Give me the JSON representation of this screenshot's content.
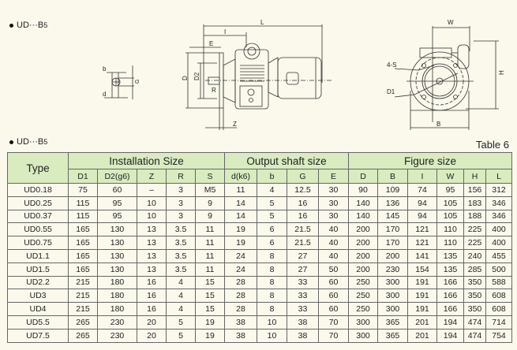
{
  "top_title": {
    "prefix": "UD···B",
    "suffix": "5"
  },
  "table_title": {
    "prefix": "UD···B",
    "suffix": "5"
  },
  "table_label": "Table 6",
  "diagram_labels": {
    "shaft_section": [
      "b",
      "G",
      "d"
    ],
    "side_view": [
      "L",
      "I",
      "E",
      "D",
      "D2",
      "R",
      "Z"
    ],
    "front_view": [
      "W",
      "H",
      "4-S",
      "D1",
      "B"
    ]
  },
  "table": {
    "type_header": "Type",
    "groups": [
      {
        "label": "Installation Size",
        "columns": [
          "D1",
          "D2(g6)",
          "Z",
          "R",
          "S"
        ]
      },
      {
        "label": "Output shaft size",
        "columns": [
          "d(k6)",
          "b",
          "G",
          "E"
        ]
      },
      {
        "label": "Figure size",
        "columns": [
          "D",
          "B",
          "I",
          "W",
          "H",
          "L"
        ]
      }
    ],
    "rows": [
      [
        "UD0.18",
        "75",
        "60",
        "–",
        "3",
        "M5",
        "11",
        "4",
        "12.5",
        "30",
        "90",
        "109",
        "74",
        "95",
        "156",
        "312"
      ],
      [
        "UD0.25",
        "115",
        "95",
        "10",
        "3",
        "9",
        "14",
        "5",
        "16",
        "30",
        "140",
        "136",
        "94",
        "105",
        "183",
        "346"
      ],
      [
        "UD0.37",
        "115",
        "95",
        "10",
        "3",
        "9",
        "14",
        "5",
        "16",
        "30",
        "140",
        "145",
        "94",
        "105",
        "188",
        "346"
      ],
      [
        "UD0.55",
        "165",
        "130",
        "13",
        "3.5",
        "11",
        "19",
        "6",
        "21.5",
        "40",
        "200",
        "170",
        "121",
        "110",
        "225",
        "400"
      ],
      [
        "UD0.75",
        "165",
        "130",
        "13",
        "3.5",
        "11",
        "19",
        "6",
        "21.5",
        "40",
        "200",
        "170",
        "121",
        "110",
        "225",
        "400"
      ],
      [
        "UD1.1",
        "165",
        "130",
        "13",
        "3.5",
        "11",
        "24",
        "8",
        "27",
        "40",
        "200",
        "200",
        "141",
        "135",
        "240",
        "455"
      ],
      [
        "UD1.5",
        "165",
        "130",
        "13",
        "3.5",
        "11",
        "24",
        "8",
        "27",
        "50",
        "200",
        "230",
        "154",
        "135",
        "285",
        "500"
      ],
      [
        "UD2.2",
        "215",
        "180",
        "16",
        "4",
        "15",
        "28",
        "8",
        "33",
        "60",
        "250",
        "300",
        "191",
        "166",
        "350",
        "588"
      ],
      [
        "UD3",
        "215",
        "180",
        "16",
        "4",
        "15",
        "28",
        "8",
        "33",
        "60",
        "250",
        "300",
        "191",
        "166",
        "350",
        "608"
      ],
      [
        "UD4",
        "215",
        "180",
        "16",
        "4",
        "15",
        "28",
        "8",
        "33",
        "60",
        "250",
        "300",
        "191",
        "166",
        "350",
        "608"
      ],
      [
        "UD5.5",
        "265",
        "230",
        "20",
        "5",
        "19",
        "38",
        "10",
        "38",
        "70",
        "300",
        "365",
        "201",
        "194",
        "474",
        "714"
      ],
      [
        "UD7.5",
        "265",
        "230",
        "20",
        "5",
        "19",
        "38",
        "10",
        "38",
        "70",
        "300",
        "365",
        "201",
        "194",
        "474",
        "754"
      ]
    ]
  }
}
